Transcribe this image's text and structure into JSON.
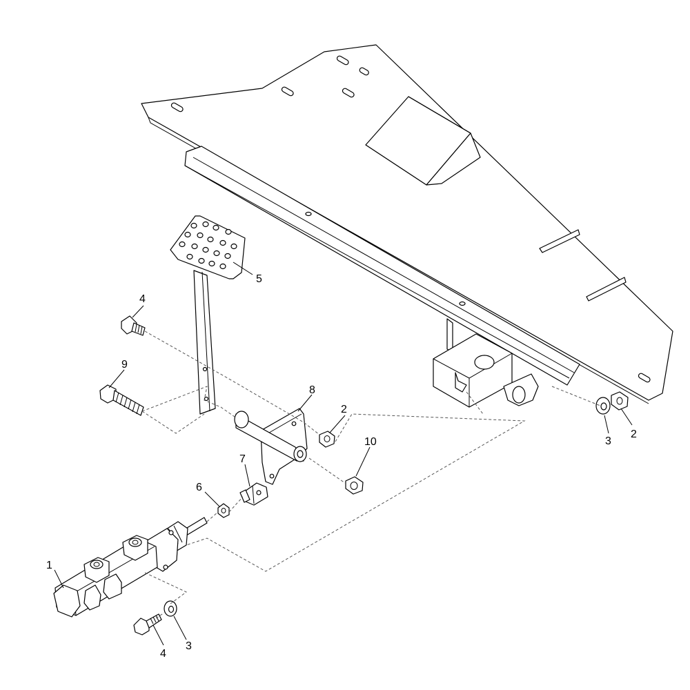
{
  "callouts": [
    {
      "id": "c1",
      "text": "1"
    },
    {
      "id": "c2a",
      "text": "2"
    },
    {
      "id": "c2b",
      "text": "2"
    },
    {
      "id": "c3a",
      "text": "3"
    },
    {
      "id": "c3b",
      "text": "3"
    },
    {
      "id": "c4a",
      "text": "4"
    },
    {
      "id": "c4b",
      "text": "4"
    },
    {
      "id": "c5",
      "text": "5"
    },
    {
      "id": "c6",
      "text": "6"
    },
    {
      "id": "c7",
      "text": "7"
    },
    {
      "id": "c8",
      "text": "8"
    },
    {
      "id": "c9",
      "text": "9"
    },
    {
      "id": "c10",
      "text": "10"
    }
  ]
}
